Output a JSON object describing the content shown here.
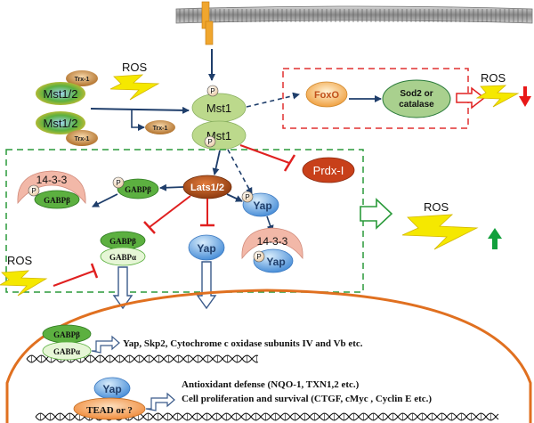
{
  "labels": {
    "ros_top_left": "ROS",
    "ros_top_right": "ROS",
    "ros_middle_right": "ROS",
    "ros_bottom_left": "ROS",
    "trx1_a": "Trx-1",
    "trx1_b": "Trx-1",
    "trx1_c": "Trx-1",
    "mst12_a": "Mst1/2",
    "mst12_b": "Mst1/2",
    "mst1_top": "Mst1",
    "mst1_bottom": "Mst1",
    "p": "P",
    "foxo": "FoxO",
    "sod2_line1": "Sod2 or",
    "sod2_line2": "catalase",
    "prdx": "Prdx-I",
    "lats": "Lats1/2",
    "gabpb": "GABPβ",
    "gabpa": "GABPα",
    "p1433": "14-3-3",
    "yap": "Yap",
    "tead": "TEAD or ?",
    "targets_gabp": "Yap, Skp2, Cytochrome c oxidase subunits IV and Vb  etc.",
    "targets_yap_line1": "Antioxidant  defense (NQO-1, TXN1,2 etc.)",
    "targets_yap_line2": "Cell proliferation and survival  (CTGF,  cMyc , Cyclin E etc.)"
  },
  "colors": {
    "membrane": "#8c8c8c",
    "receptor": "#f0a62e",
    "arrow_blue": "#1f3e6b",
    "inhibit_red": "#e02020",
    "dashed_red_box": "#e03030",
    "dashed_green_box": "#2a9a3a",
    "nucleus": "#e07020",
    "ros_yellow": "#f5e800",
    "down_arrow": "#e81818",
    "up_arrow": "#12a03c"
  }
}
